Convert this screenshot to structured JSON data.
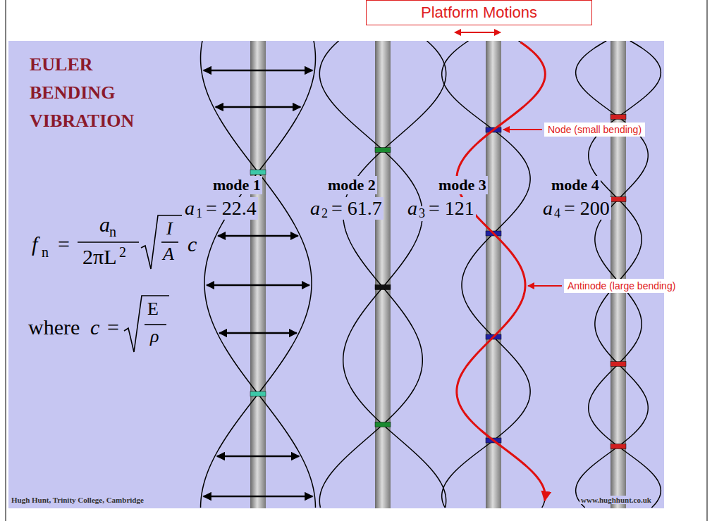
{
  "diagram": {
    "title": "EULER BENDING VIBRATION",
    "nodes": [
      {
        "text": [
          "Platform Motions"
        ]
      },
      {
        "text": [
          "Node (small bending)"
        ]
      },
      {
        "text": [
          "Antinode (large bending)"
        ]
      }
    ],
    "labels": [
      "mode 1",
      "a",
      "1",
      "= 22.4",
      "mode 2",
      "a",
      "2",
      "= 61.7",
      "mode 3",
      "a",
      "3",
      "= 121",
      "mode 4",
      "a",
      "4",
      "= 200",
      "f",
      "n",
      "=",
      "a",
      "n",
      "2πL",
      "2",
      "I",
      "A",
      "c",
      "where",
      "c",
      "=",
      "E",
      "ρ",
      "Hugh Hunt, Trinity College, Cambridge",
      "www.hughhunt.co.uk"
    ]
  }
}
